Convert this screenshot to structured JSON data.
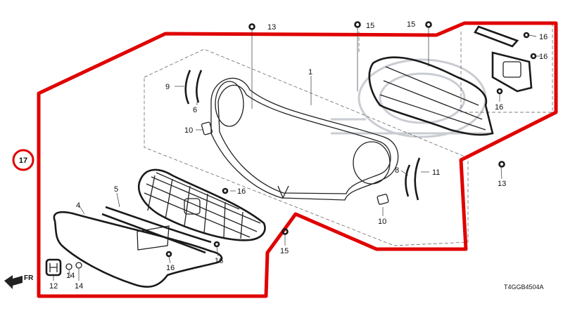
{
  "diagram": {
    "circled_number": "17",
    "direction_label": "FR",
    "drawing_code": "T4GGB4504A",
    "accent_color": "#e00000",
    "callouts": {
      "c1": "1",
      "c4": "4",
      "c5": "5",
      "c6": "6",
      "c8": "8",
      "c9": "9",
      "c10a": "10",
      "c10b": "10",
      "c11": "11",
      "c12": "12",
      "c13a": "13",
      "c13b": "13",
      "c14a": "14",
      "c14b": "14",
      "c15a": "15",
      "c15b": "15",
      "c15c": "15",
      "c16a": "16",
      "c16b": "16",
      "c16c": "16",
      "c16d": "16",
      "c16e": "16",
      "c16f": "16"
    }
  }
}
